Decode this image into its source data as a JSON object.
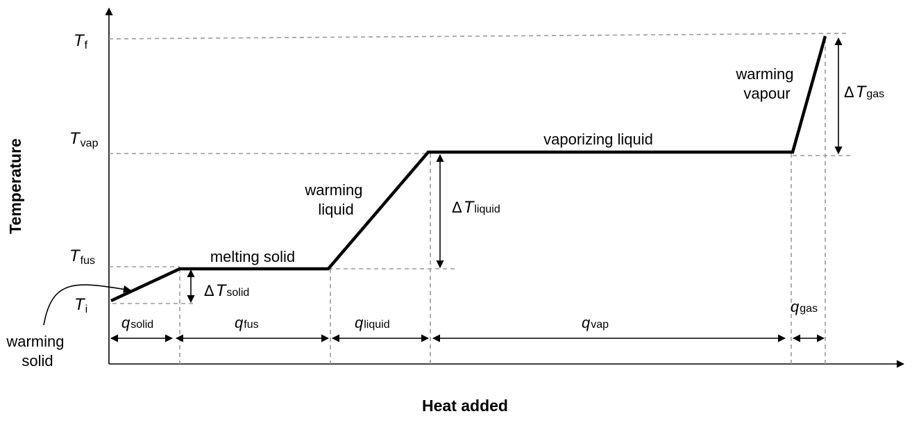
{
  "axes": {
    "x_title": "Heat added",
    "y_title": "Temperature"
  },
  "temperatures": [
    {
      "id": "Tf",
      "main": "T",
      "sub": "f"
    },
    {
      "id": "Tvap",
      "main": "T",
      "sub": "vap"
    },
    {
      "id": "Tfus",
      "main": "T",
      "sub": "fus"
    },
    {
      "id": "Ti",
      "main": "T",
      "sub": "i"
    }
  ],
  "phases": {
    "warming_solid": [
      "warming",
      "solid"
    ],
    "melting_solid": "melting solid",
    "warming_liquid": [
      "warming",
      "liquid"
    ],
    "vaporizing_liquid": "vaporizing liquid",
    "warming_vapour": [
      "warming",
      "vapour"
    ]
  },
  "deltas": [
    {
      "id": "solid",
      "symbol": "Δ",
      "main": "T",
      "sub": "solid"
    },
    {
      "id": "liquid",
      "symbol": "Δ",
      "main": "T",
      "sub": "liquid"
    },
    {
      "id": "gas",
      "symbol": "Δ",
      "main": "T",
      "sub": "gas"
    }
  ],
  "heats": [
    {
      "id": "solid",
      "main": "q",
      "sub": "solid"
    },
    {
      "id": "fus",
      "main": "q",
      "sub": "fus"
    },
    {
      "id": "liquid",
      "main": "q",
      "sub": "liquid"
    },
    {
      "id": "vap",
      "main": "q",
      "sub": "vap"
    },
    {
      "id": "gas",
      "main": "q",
      "sub": "gas"
    }
  ]
}
